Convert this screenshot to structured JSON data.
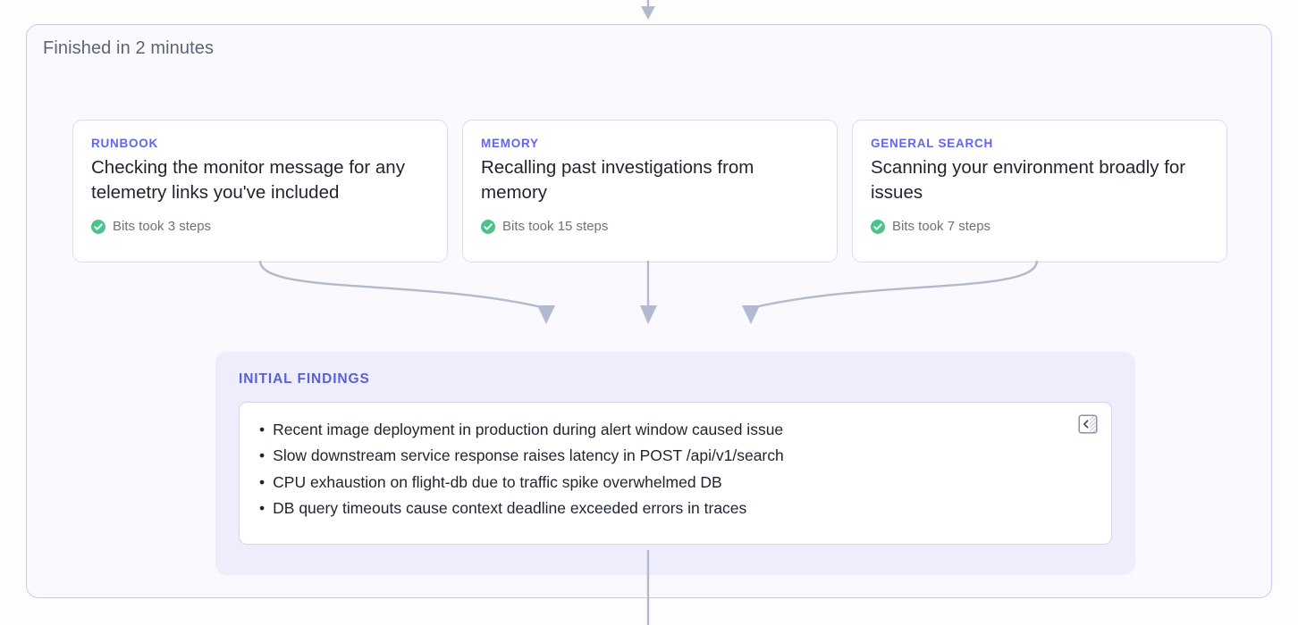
{
  "phase": {
    "title": "Finished in 2 minutes",
    "accent_color": "#6366e8",
    "container_bg": "#f9f9fe",
    "container_border": "#c7c9f2"
  },
  "tool_cards": [
    {
      "kind": "RUNBOOK",
      "description": "Checking the monitor message for any telemetry links you've included",
      "status_icon": "check-circle-icon",
      "status_color": "#4cc38a",
      "steps_label": "Bits took 3 steps"
    },
    {
      "kind": "MEMORY",
      "description": "Recalling past investigations from memory",
      "status_icon": "check-circle-icon",
      "status_color": "#4cc38a",
      "steps_label": "Bits took 15 steps"
    },
    {
      "kind": "GENERAL SEARCH",
      "description": "Scanning your environment broadly for issues",
      "status_icon": "check-circle-icon",
      "status_color": "#4cc38a",
      "steps_label": "Bits took 7 steps"
    }
  ],
  "findings": {
    "heading": "INITIAL FINDINGS",
    "heading_color": "#5b5fd6",
    "panel_bg": "#eeedfc",
    "bullet_glyph": "•",
    "items": [
      "Recent image deployment in production during alert window caused issue",
      "Slow downstream service response raises latency in POST /api/v1/search",
      "CPU exhaustion on flight-db due to traffic spike overwhelmed DB",
      "DB query timeouts cause context deadline exceeded errors in traces"
    ],
    "collapse_toggle_icon": "collapse-panel-icon"
  },
  "connectors": {
    "color": "#b3bacf"
  }
}
